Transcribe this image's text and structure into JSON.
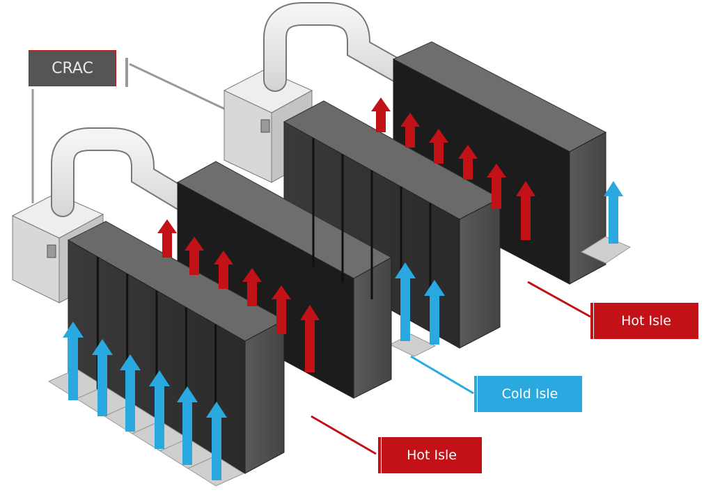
{
  "labels": {
    "crac": "CRAC",
    "hot_isle_top": "Hot Isle",
    "cold_isle": "Cold Isle",
    "hot_isle_bottom": "Hot Isle"
  },
  "colors": {
    "hot": "#c21218",
    "cold": "#29a9e0",
    "crac_box": "#555555",
    "rack": "#4a4a4a",
    "duct": "#d9d9d9"
  }
}
